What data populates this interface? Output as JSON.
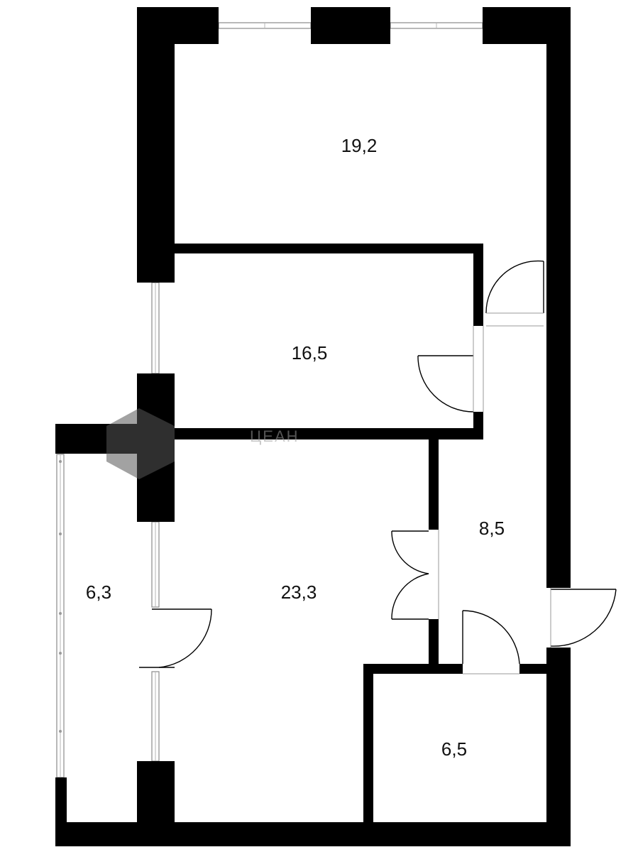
{
  "rooms": [
    {
      "id": "room-top",
      "area": "19,2"
    },
    {
      "id": "room-middle",
      "area": "16,5"
    },
    {
      "id": "room-living",
      "area": "23,3"
    },
    {
      "id": "hall",
      "area": "8,5"
    },
    {
      "id": "loggia",
      "area": "6,3"
    },
    {
      "id": "bathroom",
      "area": "6,5"
    }
  ],
  "watermark": {
    "text": "ЦЕАН"
  }
}
